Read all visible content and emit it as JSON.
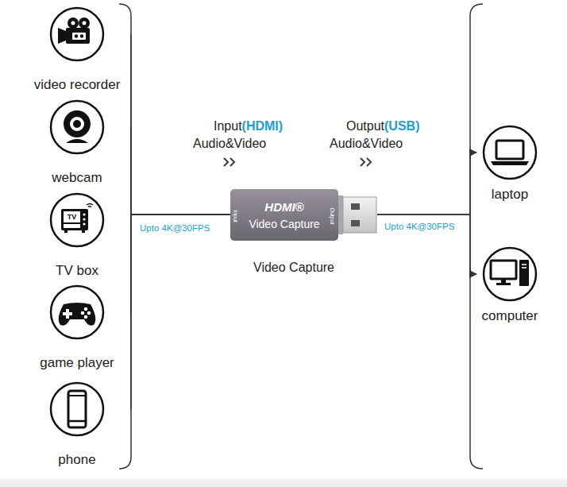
{
  "diagram": {
    "nodes": [
      {
        "text": [
          "video recorder"
        ]
      },
      {
        "text": [
          "webcam"
        ]
      },
      {
        "text": [
          "TV",
          "TV box"
        ]
      },
      {
        "text": [
          "game player"
        ]
      },
      {
        "text": [
          "phone"
        ]
      },
      {
        "text": [
          "HDMI®",
          "Video Capture",
          "Input",
          "Output",
          "Video Capture"
        ]
      },
      {
        "text": [
          "laptop"
        ]
      },
      {
        "text": [
          "computer"
        ]
      }
    ],
    "edges": [
      {
        "from": 0,
        "to": 5,
        "arrow": "none"
      },
      {
        "from": 1,
        "to": 5,
        "arrow": "none"
      },
      {
        "from": 2,
        "to": 5,
        "label": "Upto 4K@30FPS",
        "arrow": "none"
      },
      {
        "from": 3,
        "to": 5,
        "arrow": "none"
      },
      {
        "from": 4,
        "to": 5,
        "arrow": "none"
      },
      {
        "from": 5,
        "to": 6,
        "label": "Upto 4K@30FPS",
        "arrow": "to"
      },
      {
        "from": 5,
        "to": 7,
        "arrow": "to"
      }
    ],
    "labels": [
      "Input",
      "(HDMI)",
      "Audio&Video",
      "Output",
      "(USB)",
      "Audio&Video"
    ]
  }
}
